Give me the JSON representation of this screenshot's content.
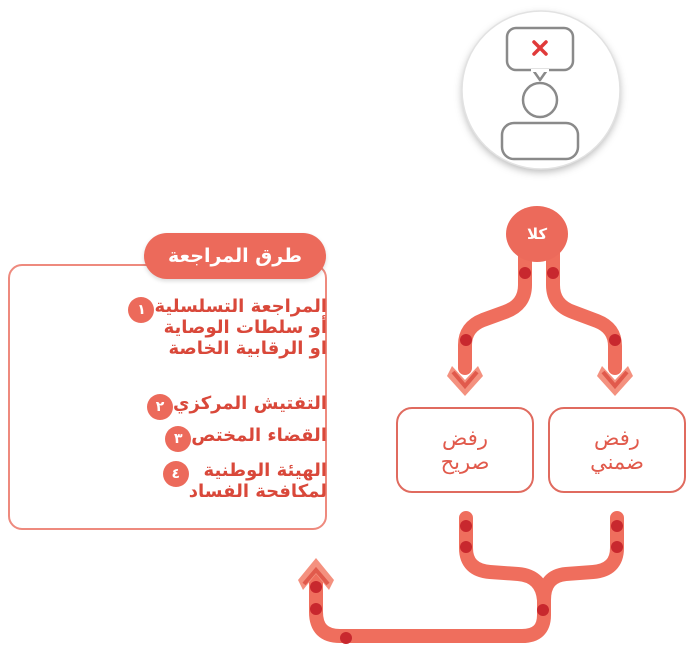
{
  "methods_panel": {
    "title": "طرق المراجعة",
    "items": [
      {
        "number": "١",
        "text": "المراجعة التسلسلية\nأو سلطات الوصاية\nاو الرقابية الخاصة"
      },
      {
        "number": "٢",
        "text": "التفتيش المركزي"
      },
      {
        "number": "٣",
        "text": "القضاء المختص"
      },
      {
        "number": "٤",
        "text": "الهيئة الوطنية\nلمكافحة الفساد"
      }
    ]
  },
  "decision": {
    "label": "كلا",
    "icon": "user-rejected-message-icon"
  },
  "outcomes": {
    "explicit": "رفض\nصريح",
    "implicit": "رفض\nضمني"
  },
  "colors": {
    "accent": "#ec6a5b",
    "path": "#ef6e5d",
    "dot": "#c8282e",
    "text": "#d9483a"
  }
}
